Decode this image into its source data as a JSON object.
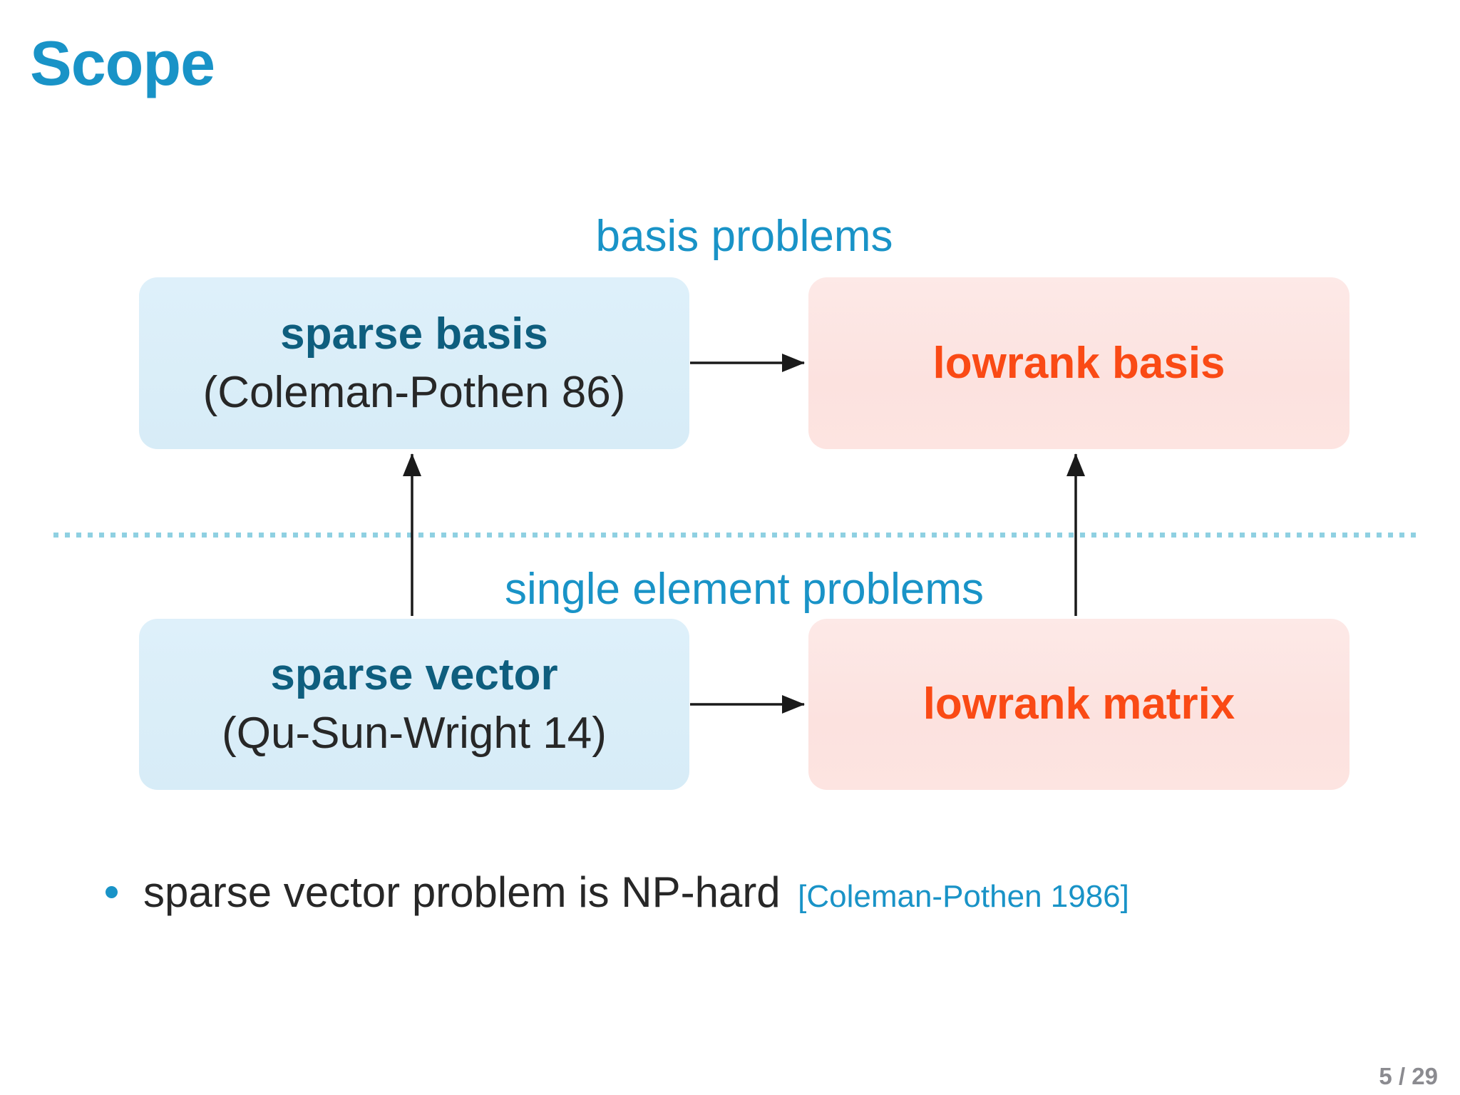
{
  "slide": {
    "title": "Scope",
    "page_number": "5 / 29"
  },
  "diagram": {
    "top_zone_label": "basis problems",
    "bottom_zone_label": "single element problems",
    "boxes": {
      "sparse_basis": {
        "title": "sparse basis",
        "subtitle": "(Coleman-Pothen 86)"
      },
      "lowrank_basis": {
        "title": "lowrank basis"
      },
      "sparse_vector": {
        "title": "sparse vector",
        "subtitle": "(Qu-Sun-Wright 14)"
      },
      "lowrank_matrix": {
        "title": "lowrank matrix"
      }
    },
    "arrows": [
      "sparse-basis to lowrank-basis",
      "sparse-vector to lowrank-matrix",
      "sparse-vector to sparse-basis",
      "lowrank-matrix to lowrank-basis"
    ]
  },
  "bullets": [
    {
      "text": "sparse vector problem is NP-hard",
      "citation": "[Coleman-Pothen 1986]"
    }
  ],
  "colors": {
    "accent_blue": "#1993c7",
    "dark_teal": "#0e5e7e",
    "accent_orange": "#fa4a15",
    "blue_box_fill": "#d9edf8",
    "pink_box_fill": "#fce3e0",
    "divider_dots": "#8fd0e2",
    "body_text": "#272727",
    "page_number_gray": "#8b8b90"
  }
}
